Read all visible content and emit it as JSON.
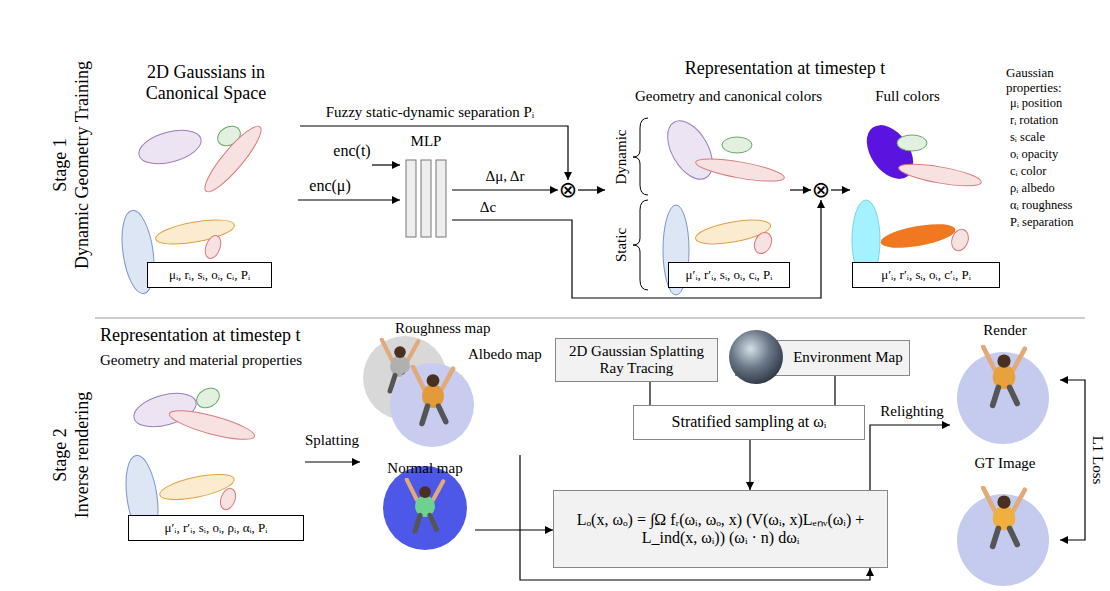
{
  "diagram": {
    "nodes": [
      {
        "text": [
          "2D Gaussians in Canonical Space"
        ]
      },
      {
        "text": [
          "μᵢ, rᵢ, sᵢ, oᵢ, cᵢ, Pᵢ"
        ],
        "in": 0
      },
      {
        "text": [
          "MLP"
        ]
      },
      {
        "text": [
          "⊗"
        ]
      },
      {
        "text": [
          "Geometry and canonical colors"
        ]
      },
      {
        "text": [
          "μ′ᵢ, r′ᵢ, sᵢ, oᵢ, cᵢ, Pᵢ"
        ],
        "in": 4
      },
      {
        "text": [
          "⊗"
        ]
      },
      {
        "text": [
          "Full colors"
        ]
      },
      {
        "text": [
          "μ′ᵢ, r′ᵢ, sᵢ, oᵢ, c′ᵢ, Pᵢ"
        ],
        "in": 7
      },
      {
        "text": [
          "Representation at timestep t",
          "Geometry and material properties"
        ]
      },
      {
        "text": [
          "μ′ᵢ, r′ᵢ, sᵢ, oᵢ, ρᵢ, αᵢ, Pᵢ"
        ],
        "in": 9
      },
      {
        "text": [
          "Roughness map",
          "Albedo map"
        ]
      },
      {
        "text": [
          "Normal map"
        ]
      },
      {
        "text": [
          "2D Gaussian Splatting Ray Tracing"
        ]
      },
      {
        "text": [
          "Environment Map"
        ]
      },
      {
        "text": [
          "Stratified sampling at ωᵢ"
        ]
      },
      {
        "text": [
          "Lₒ(x, ωₒ) = ∫Ω fᵣ(ωᵢ, ωₒ, x) (V(ωᵢ, x)Lₑₙᵥ(ωᵢ) + L_ind(x, ωᵢ)) (ωᵢ · n) dωᵢ"
        ]
      },
      {
        "text": [
          "Render"
        ]
      },
      {
        "text": [
          "GT Image"
        ]
      }
    ],
    "edges": [
      {
        "from": 0,
        "to": 3,
        "arrow": "to",
        "label": "Fuzzy static-dynamic separation Pᵢ"
      },
      {
        "from": 2,
        "to": 3,
        "arrow": "to",
        "label": "Δμ, Δr"
      },
      {
        "from": 3,
        "to": 4,
        "arrow": "to"
      },
      {
        "from": 2,
        "to": 6,
        "arrow": "to",
        "label": "Δc"
      },
      {
        "from": 4,
        "to": 6,
        "arrow": "to"
      },
      {
        "from": 6,
        "to": 7,
        "arrow": "to"
      },
      {
        "from": 9,
        "to": 11,
        "arrow": "to",
        "label": "Splatting"
      },
      {
        "from": 11,
        "to": 16,
        "arrow": "to"
      },
      {
        "from": 12,
        "to": 16,
        "arrow": "to"
      },
      {
        "from": 13,
        "to": 15,
        "arrow": "none"
      },
      {
        "from": 14,
        "to": 15,
        "arrow": "none"
      },
      {
        "from": 15,
        "to": 16,
        "arrow": "to"
      },
      {
        "from": 16,
        "to": 17,
        "arrow": "to",
        "label": "Relighting"
      },
      {
        "from": 17,
        "to": 18,
        "arrow": "both",
        "label": "L1 Loss"
      }
    ],
    "labels": [
      "Stage 1",
      "Dynamic Geometry Training",
      "Representation at timestep t",
      "enc(t)",
      "enc(μ)",
      "Dynamic",
      "Static",
      "Gaussian properties:",
      "μᵢ position",
      "rᵢ rotation",
      "sᵢ scale",
      "oᵢ opacity",
      "cᵢ color",
      "ρᵢ albedo",
      "αᵢ roughness",
      "Pᵢ separation",
      "Stage 2",
      "Inverse rendering"
    ]
  }
}
